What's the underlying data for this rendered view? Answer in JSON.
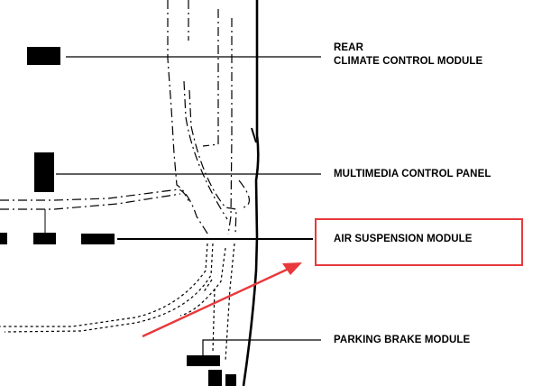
{
  "labels": {
    "rear_climate_line1": "REAR",
    "rear_climate_line2": "CLIMATE CONTROL MODULE",
    "multimedia": "MULTIMEDIA CONTROL PANEL",
    "air_suspension": "AIR SUSPENSION MODULE",
    "parking_brake": "PARKING BRAKE MODULE"
  },
  "colors": {
    "highlight": "#e8393c",
    "line": "#000000"
  },
  "highlighted_item": "air_suspension"
}
